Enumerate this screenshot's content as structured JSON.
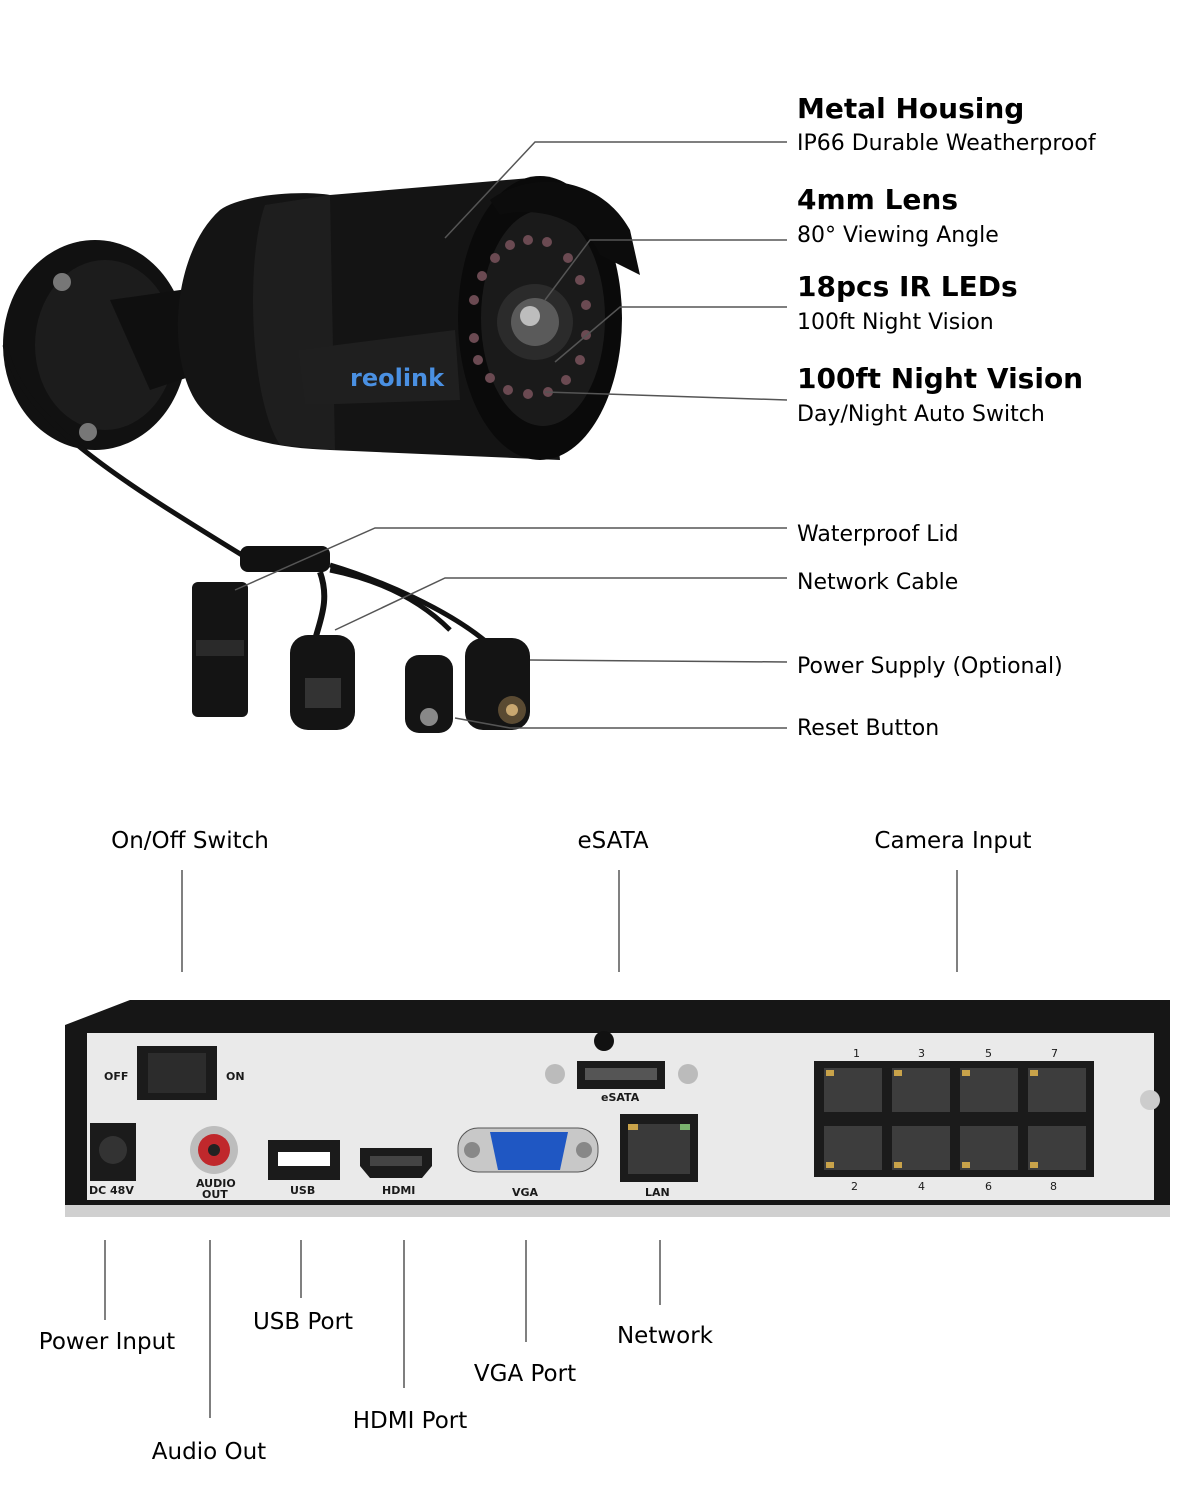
{
  "camera_features": [
    {
      "title": "Metal Housing",
      "subtitle": "IP66 Durable Weatherproof"
    },
    {
      "title": "4mm Lens",
      "subtitle": "80° Viewing Angle"
    },
    {
      "title": "18pcs IR LEDs",
      "subtitle": "100ft Night Vision"
    },
    {
      "title": "100ft Night Vision",
      "subtitle": "Day/Night Auto Switch"
    }
  ],
  "brand_logo": "reolink",
  "cable_parts": [
    "Waterproof Lid",
    "Network Cable",
    "Power Supply (Optional)",
    "Reset Button"
  ],
  "nvr_top_labels": [
    "On/Off Switch",
    "eSATA",
    "Camera Input"
  ],
  "nvr_bottom_labels": [
    "Power Input",
    "Audio Out",
    "USB Port",
    "HDMI Port",
    "VGA Port",
    "Network"
  ],
  "nvr_panel": {
    "off": "OFF",
    "on": "ON",
    "dc": "DC 48V",
    "audio1": "AUDIO",
    "audio2": "OUT",
    "usb": "USB",
    "hdmi": "HDMI",
    "vga": "VGA",
    "lan": "LAN",
    "esata": "eSATA",
    "port_numbers_top": [
      "1",
      "3",
      "5",
      "7"
    ],
    "port_numbers_bottom": [
      "2",
      "4",
      "6",
      "8"
    ]
  },
  "colors": {
    "accent": "#2a7de1",
    "text": "#2b2b2b",
    "device": "#161616"
  }
}
